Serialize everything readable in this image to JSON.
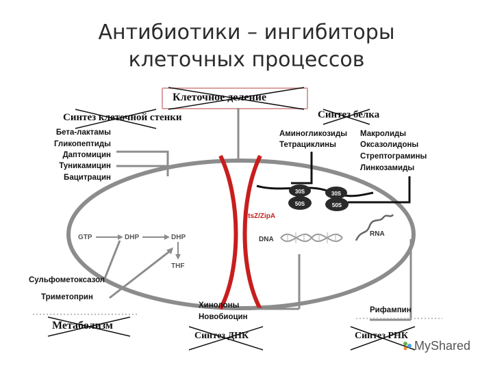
{
  "title": {
    "line1": "Антибиотики – ингибиторы",
    "line2": "клеточных процессов"
  },
  "processes": {
    "cell_division": "Клеточное деление",
    "cell_wall_synthesis": "Синтез клеточной стенки",
    "protein_synthesis": "Синтез белка",
    "metabolism": "Метаболизм",
    "dna_synthesis": "Синтез ДНК",
    "rna_synthesis": "Синтез РНК"
  },
  "cell_wall_drugs": [
    "Бета-лактамы",
    "Гликопептиды",
    "Даптомицин",
    "Туникамицин",
    "Бацитрацин"
  ],
  "protein_drugs_left": [
    "Аминогликозиды",
    "Тетрациклины"
  ],
  "protein_drugs_right": [
    "Макролиды",
    "Оксазолидоны",
    "Стрептограмины",
    "Линкозамиды"
  ],
  "metabolism_drugs": [
    "Сульфометоксазол",
    "Триметоприн"
  ],
  "dna_drugs": [
    "Хинолоны",
    "Новобиоцин"
  ],
  "rna_drugs": [
    "Рифампин"
  ],
  "cell_labels": {
    "gtp": "GTP",
    "dhp1": "DHP",
    "dhp2": "DHP",
    "thf": "THF",
    "ftsz": "FtsZ/ZipA",
    "dna": "DNA",
    "rna": "RNA"
  },
  "ribosomes": {
    "left_small": "30S",
    "left_large": "50S",
    "right_small": "30S",
    "right_large": "50S"
  },
  "watermark": "MyShared",
  "colors": {
    "cell_membrane": "#8c8c8c",
    "division_ring": "#c81e1e",
    "connector": "#8c8c8c",
    "blocker": "#111111"
  }
}
